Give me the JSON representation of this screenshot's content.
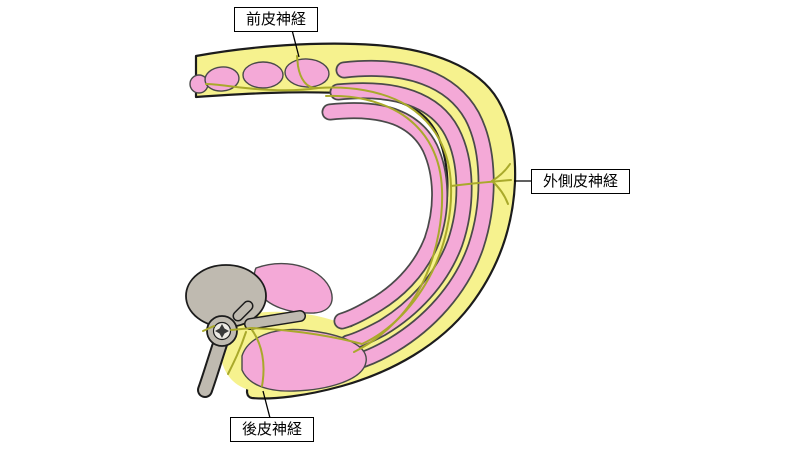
{
  "labels": {
    "anterior": "前皮神経",
    "lateral": "外側皮神経",
    "posterior": "後皮神経"
  },
  "colors": {
    "fat": "#F6F28E",
    "muscle": "#F4A9D7",
    "bone": "#BFBAB0",
    "nerve": "#A9A92B",
    "outline": "#1C1C1C",
    "canal": "#EDEAE4",
    "cord": "#3A3A3A"
  }
}
